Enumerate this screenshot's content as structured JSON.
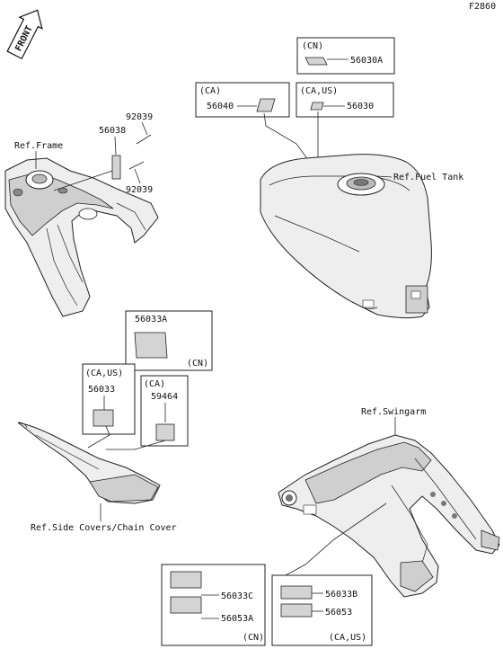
{
  "figure_code": "F2860",
  "front_arrow_label": "FRONT",
  "references": {
    "frame": "Ref.Frame",
    "fuel_tank": "Ref.Fuel Tank",
    "swingarm": "Ref.Swingarm",
    "side_covers": "Ref.Side Covers/Chain Cover"
  },
  "callouts": {
    "box_cn_top": {
      "region": "(CN)",
      "part": "56030A"
    },
    "box_ca_tank": {
      "region": "(CA)",
      "part": "56040"
    },
    "box_caus_tank": {
      "region": "(CA,US)",
      "part": "56030"
    },
    "frame_part_upper": "92039",
    "frame_part_mid": "56038",
    "frame_part_lower": "92039",
    "box_cn_mid": {
      "part": "56033A",
      "region": "(CN)"
    },
    "box_caus_side": {
      "region": "(CA,US)",
      "part": "56033"
    },
    "box_ca_side": {
      "region": "(CA)",
      "part": "59464"
    },
    "box_cn_bottom": {
      "part1": "56033C",
      "part2": "56053A",
      "region": "(CN)"
    },
    "box_caus_bottom": {
      "part1": "56033B",
      "part2": "56053",
      "region": "(CA,US)"
    }
  }
}
